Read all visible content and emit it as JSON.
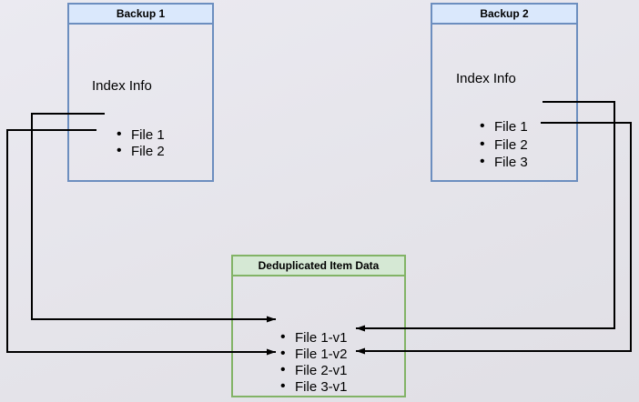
{
  "diagram": {
    "backup1": {
      "title": "Backup 1",
      "subtitle": "Index Info",
      "items": [
        {
          "label": "File 1"
        },
        {
          "label": "File 2"
        }
      ]
    },
    "backup2": {
      "title": "Backup 2",
      "subtitle": "Index Info",
      "items": [
        {
          "label": "File 1"
        },
        {
          "label": "File 2"
        },
        {
          "label": "File 3"
        }
      ]
    },
    "dedup": {
      "title": "Deduplicated Item Data",
      "items": [
        {
          "label": "File 1-v1"
        },
        {
          "label": "File 1-v2"
        },
        {
          "label": "File 2-v1"
        },
        {
          "label": "File 3-v1"
        }
      ]
    },
    "arrows": [
      {
        "from": "Backup 1 / File 1",
        "to": "File 1-v1"
      },
      {
        "from": "Backup 1 / File 2",
        "to": "File 2-v1"
      },
      {
        "from": "Backup 2 / File 1",
        "to": "File 1-v2"
      },
      {
        "from": "Backup 2 / File 2",
        "to": "File 2-v1"
      }
    ],
    "colors": {
      "blue_border": "#6c8ebf",
      "blue_header_fill": "#dae8fc",
      "green_border": "#82b366",
      "green_header_fill": "#d5e8d4",
      "arrow": "#000000",
      "background": "#e5e4ea"
    }
  }
}
